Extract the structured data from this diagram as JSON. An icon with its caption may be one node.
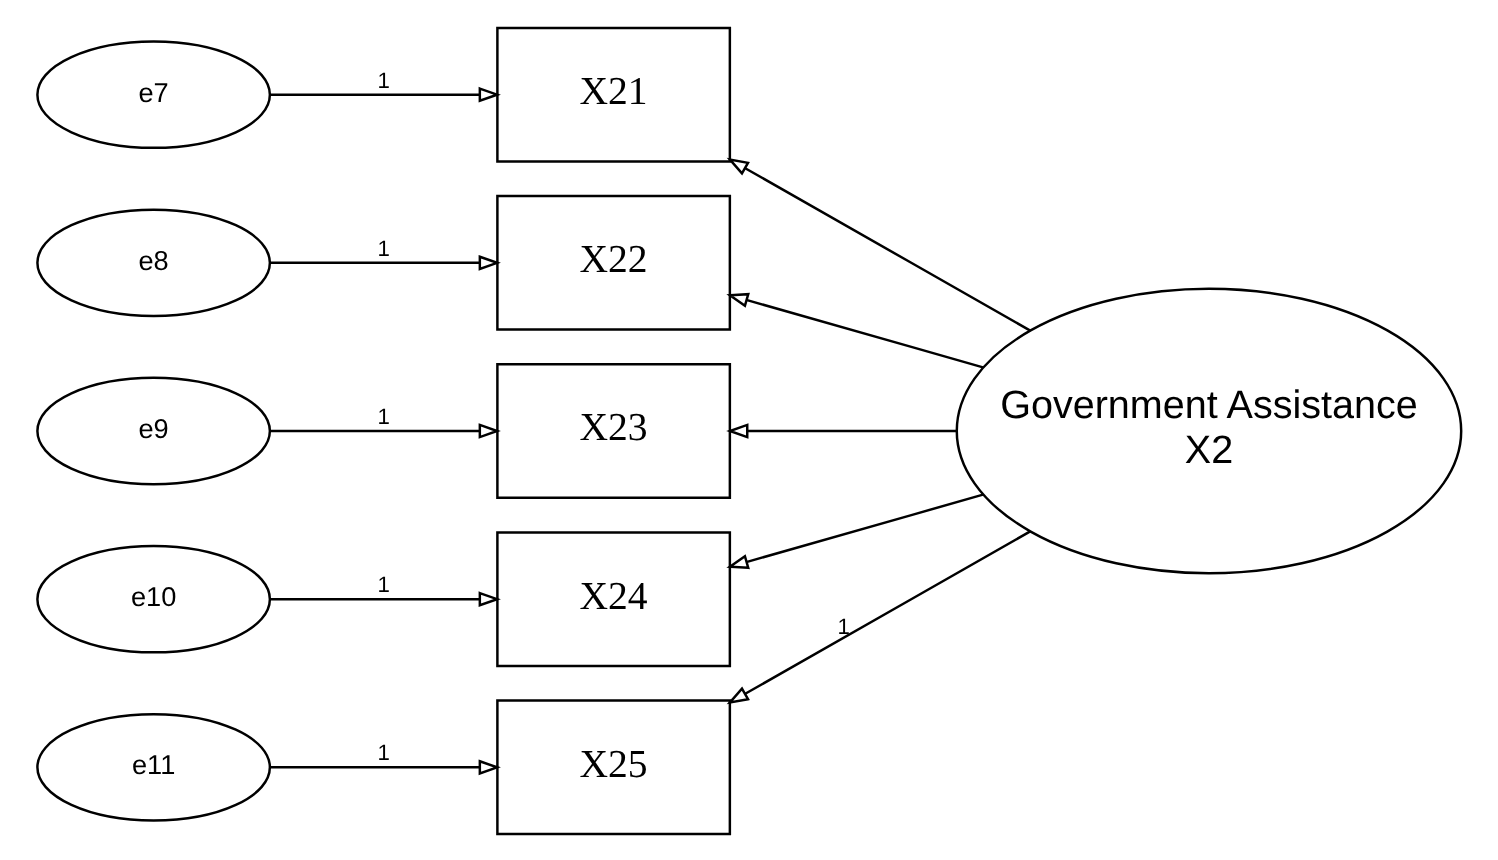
{
  "diagram": {
    "nodes": [
      {
        "text": [
          "e7"
        ]
      },
      {
        "text": [
          "X21"
        ]
      },
      {
        "text": [
          "e8"
        ]
      },
      {
        "text": [
          "X22"
        ]
      },
      {
        "text": [
          "e9"
        ]
      },
      {
        "text": [
          "X23"
        ]
      },
      {
        "text": [
          "e10"
        ]
      },
      {
        "text": [
          "X24"
        ]
      },
      {
        "text": [
          "e11"
        ]
      },
      {
        "text": [
          "X25"
        ]
      },
      {
        "text": [
          "Government Assistance",
          "X2"
        ]
      }
    ],
    "edges": [
      {
        "from": 0,
        "to": 1,
        "arrow": "to",
        "label": "1"
      },
      {
        "from": 2,
        "to": 3,
        "arrow": "to",
        "label": "1"
      },
      {
        "from": 4,
        "to": 5,
        "arrow": "to",
        "label": "1"
      },
      {
        "from": 6,
        "to": 7,
        "arrow": "to",
        "label": "1"
      },
      {
        "from": 8,
        "to": 9,
        "arrow": "to",
        "label": "1"
      },
      {
        "from": 10,
        "to": 1,
        "arrow": "to"
      },
      {
        "from": 10,
        "to": 3,
        "arrow": "to"
      },
      {
        "from": 10,
        "to": 5,
        "arrow": "to"
      },
      {
        "from": 10,
        "to": 7,
        "arrow": "to"
      },
      {
        "from": 10,
        "to": 9,
        "arrow": "to",
        "label": "1"
      }
    ]
  }
}
